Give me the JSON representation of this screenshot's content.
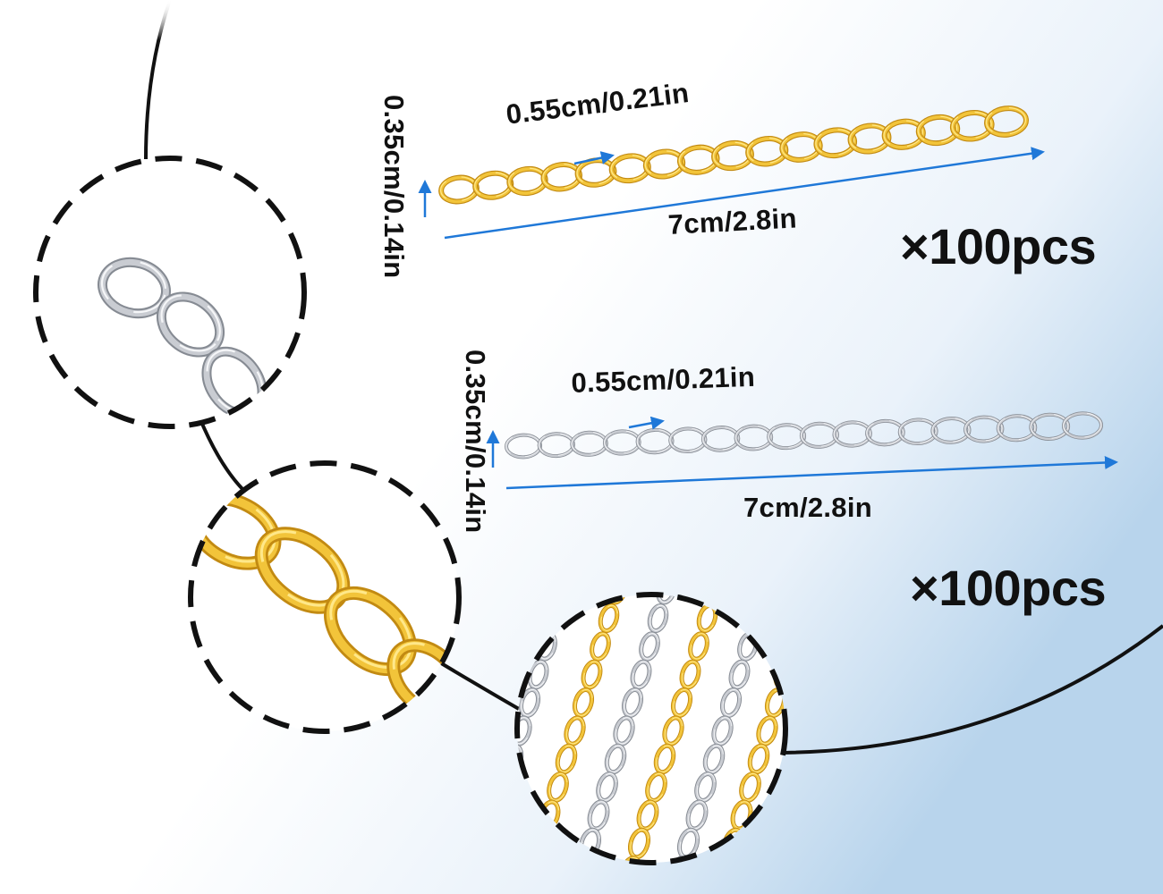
{
  "colors": {
    "gold_light": "#ffe88a",
    "gold": "#f2c43a",
    "gold_dark": "#c28a12",
    "silver_light": "#f5f6f8",
    "silver": "#c9ccd2",
    "silver_dark": "#868b93",
    "arrow": "#1f78d8",
    "ink": "#111111",
    "bg_blue": "#b8d4ec"
  },
  "gold_chain_spec": {
    "link_width": "0.55cm/0.21in",
    "link_height": "0.35cm/0.14in",
    "length": "7cm/2.8in",
    "quantity": "×100pcs"
  },
  "silver_chain_spec": {
    "link_width": "0.55cm/0.21in",
    "link_height": "0.35cm/0.14in",
    "length": "7cm/2.8in",
    "quantity": "×100pcs"
  },
  "icons": {
    "left_closeup": "silver-chain-closeup-icon",
    "middle_closeup": "gold-chain-closeup-icon",
    "right_closeup": "mixed-chains-closeup-icon"
  }
}
